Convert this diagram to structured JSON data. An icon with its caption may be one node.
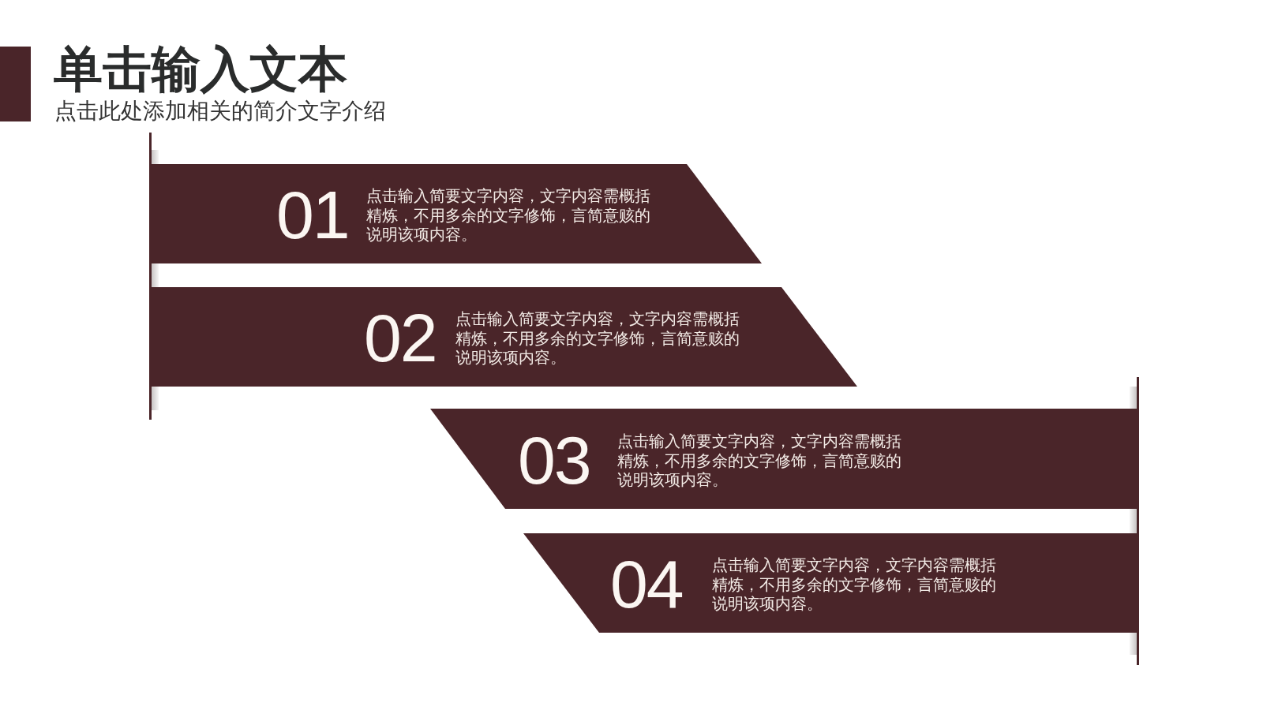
{
  "diagram": {
    "title": "单击输入文本",
    "nodes": [
      {
        "text": [
          "01",
          "点击输入简要文字内容，文字内容需概括精炼，不用多余的文字修饰，言简意赅的说明该项内容。"
        ]
      },
      {
        "text": [
          "02",
          "点击输入简要文字内容，文字内容需概括精炼，不用多余的文字修饰，言简意赅的说明该项内容。"
        ]
      },
      {
        "text": [
          "03",
          "点击输入简要文字内容，文字内容需概括精炼，不用多余的文字修饰，言简意赅的说明该项内容。"
        ]
      },
      {
        "text": [
          "04",
          "点击输入简要文字内容，文字内容需概括精炼，不用多余的文字修饰，言简意赅的说明该项内容。"
        ]
      }
    ],
    "labels": [
      "点击此处添加相关的简介文字介绍"
    ]
  }
}
